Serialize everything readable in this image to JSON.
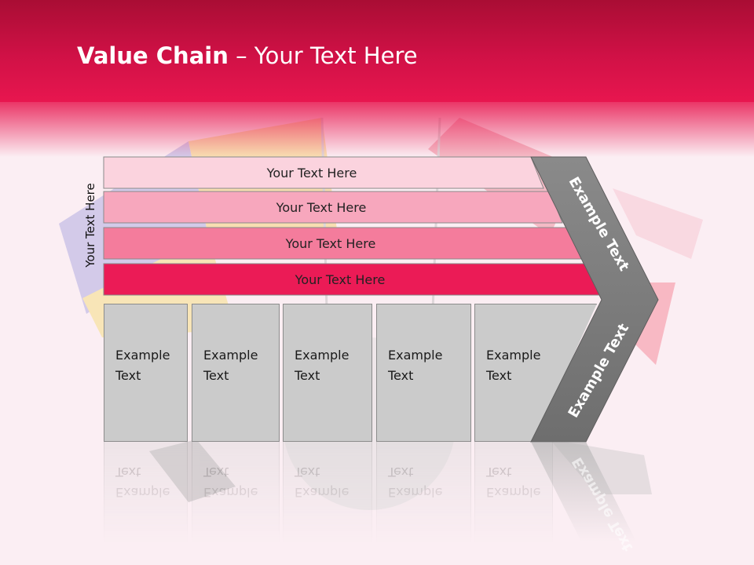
{
  "slide": {
    "title_bold": "Value Chain",
    "title_rest": " – Your Text Here",
    "side_label": "Your Text Here",
    "bars": [
      {
        "label": "Your Text Here"
      },
      {
        "label": "Your Text Here"
      },
      {
        "label": "Your Text Here"
      },
      {
        "label": "Your Text Here"
      }
    ],
    "boxes": [
      {
        "line1": "Example",
        "line2": "Text"
      },
      {
        "line1": "Example",
        "line2": "Text"
      },
      {
        "line1": "Example",
        "line2": "Text"
      },
      {
        "line1": "Example",
        "line2": "Text"
      },
      {
        "line1": "Example",
        "line2": "Text"
      }
    ],
    "chevron_top": "Example Text",
    "chevron_bottom": "Example Text"
  },
  "colors": {
    "header": "#d01146",
    "bar1": "#fbd3de",
    "bar2": "#f7a7bd",
    "bar3": "#f47c9c",
    "bar4": "#eb1b56",
    "box": "#cbcbcb",
    "chevron": "#7a7a7a"
  }
}
